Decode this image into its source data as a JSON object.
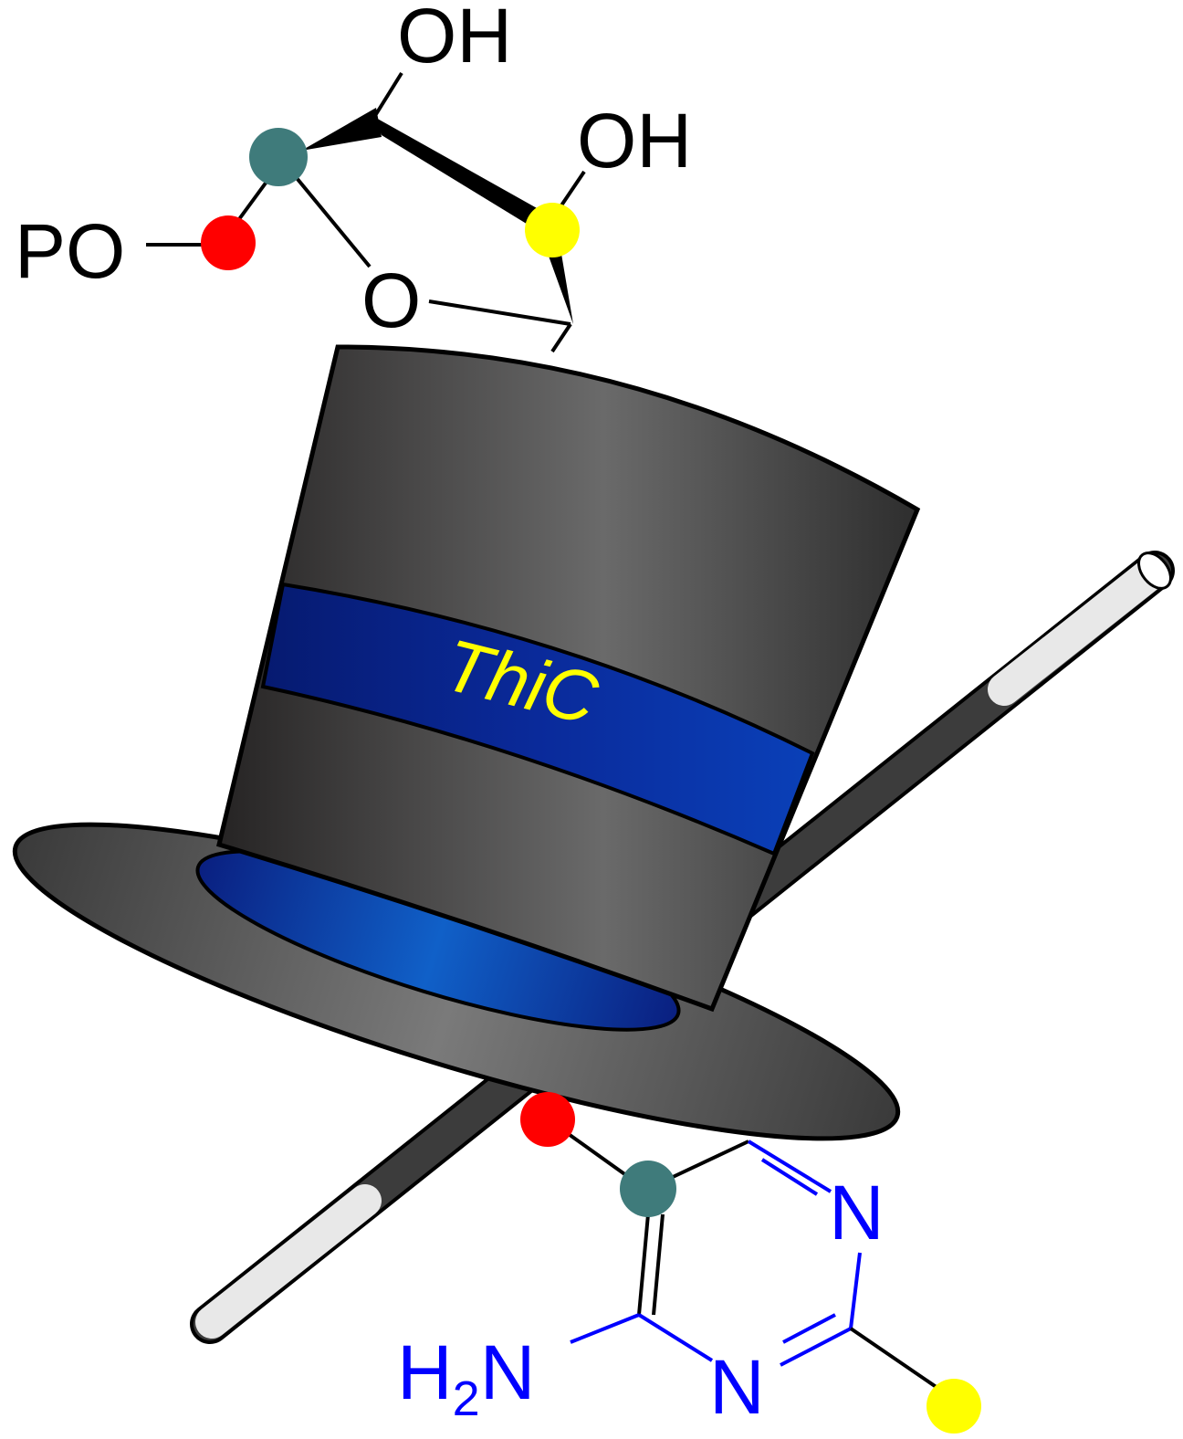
{
  "diagram": {
    "hat_label": "ThiC",
    "top_molecule": {
      "oh_top": "OH",
      "oh_right": "OH",
      "phosphate": "PO",
      "ring_oxygen": "O"
    },
    "bottom_molecule": {
      "n_upper": "N",
      "n_lower": "N",
      "amine_h": "H",
      "amine_sub": "2",
      "amine_n": "N"
    },
    "colors": {
      "teal_atom": "#3f7b7b",
      "red_atom": "#ff0000",
      "yellow_atom": "#ffff00",
      "hat_band": "#0a2a9a",
      "hat_label": "#ffff00",
      "pyrimidine": "#0000ff"
    }
  }
}
